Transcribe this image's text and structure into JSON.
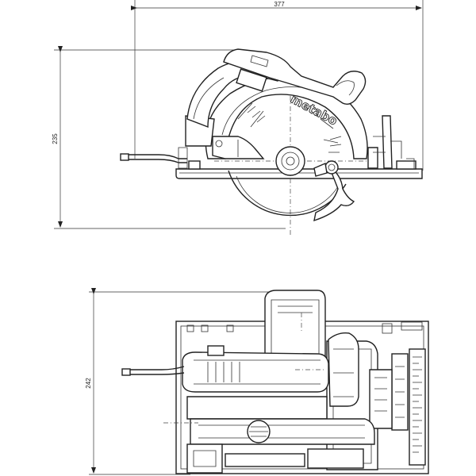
{
  "dimensions": {
    "length": "377",
    "height": "235",
    "width": "242"
  },
  "brand_label": "metabo",
  "colors": {
    "line": "#222222",
    "background": "#ffffff"
  }
}
